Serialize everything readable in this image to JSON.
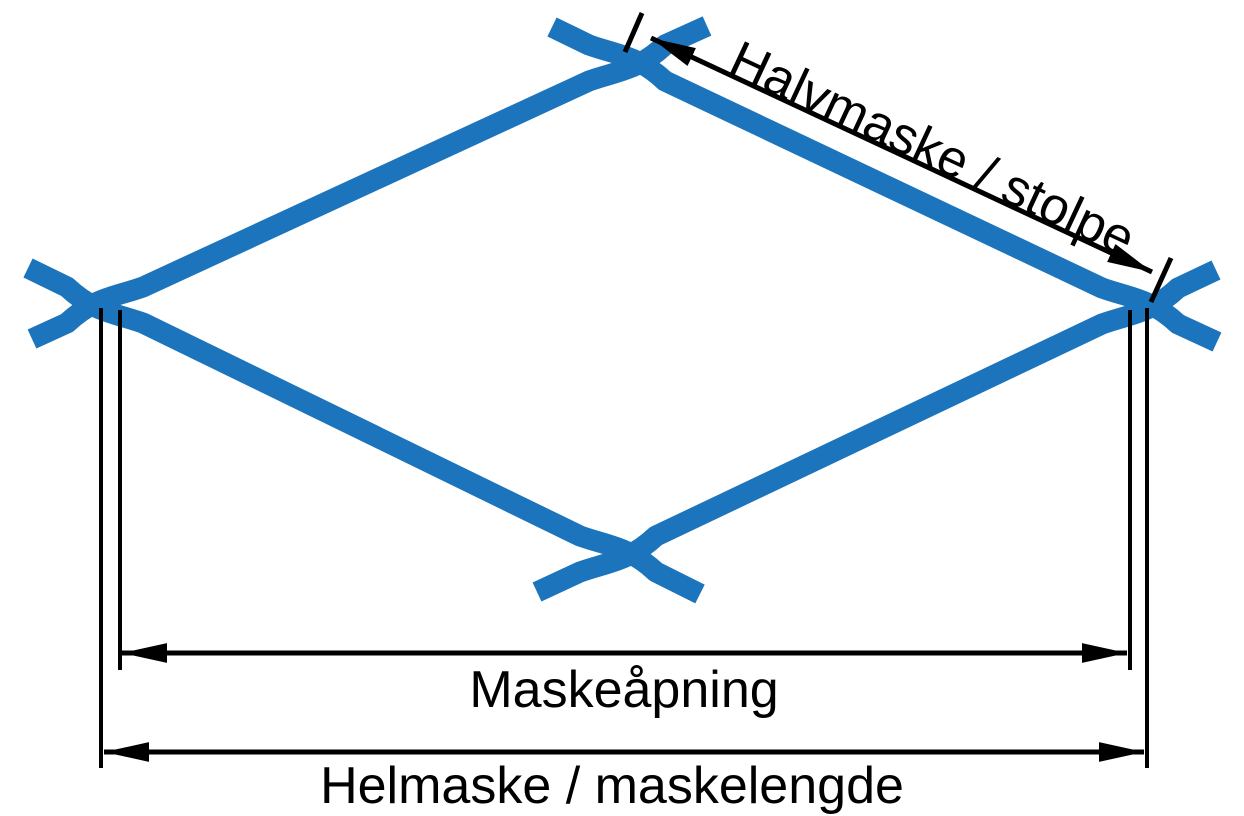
{
  "diagram": {
    "type": "net-mesh-dimension-diagram",
    "labels": {
      "half_mesh_bar": "Halvmaske / stolpe",
      "mesh_opening": "Maskeåpning",
      "full_mesh_length": "Helmaske / maskelengde"
    },
    "colors": {
      "twine": "#1C75BC",
      "dimension": "#000000",
      "background": "#FFFFFF"
    }
  }
}
